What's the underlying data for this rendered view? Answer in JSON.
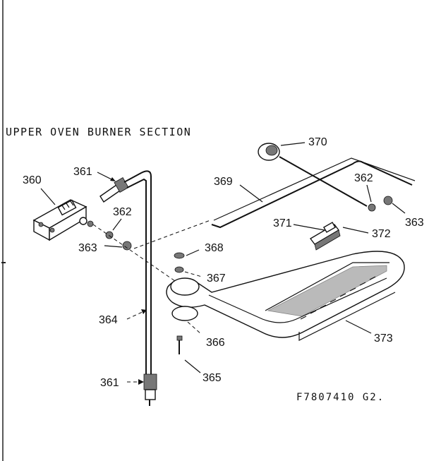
{
  "diagram": {
    "title": "UPPER OVEN BURNER SECTION",
    "drawing_code": "F7807410 G2.",
    "parts": [
      {
        "id": "360",
        "label": "360"
      },
      {
        "id": "361a",
        "label": "361"
      },
      {
        "id": "361b",
        "label": "361"
      },
      {
        "id": "362a",
        "label": "362"
      },
      {
        "id": "362b",
        "label": "362"
      },
      {
        "id": "363a",
        "label": "363"
      },
      {
        "id": "363b",
        "label": "363"
      },
      {
        "id": "364",
        "label": "364"
      },
      {
        "id": "365",
        "label": "365"
      },
      {
        "id": "366",
        "label": "366"
      },
      {
        "id": "367",
        "label": "367"
      },
      {
        "id": "368",
        "label": "368"
      },
      {
        "id": "369",
        "label": "369"
      },
      {
        "id": "370",
        "label": "370"
      },
      {
        "id": "371",
        "label": "371"
      },
      {
        "id": "372",
        "label": "372"
      },
      {
        "id": "373",
        "label": "373"
      }
    ]
  }
}
